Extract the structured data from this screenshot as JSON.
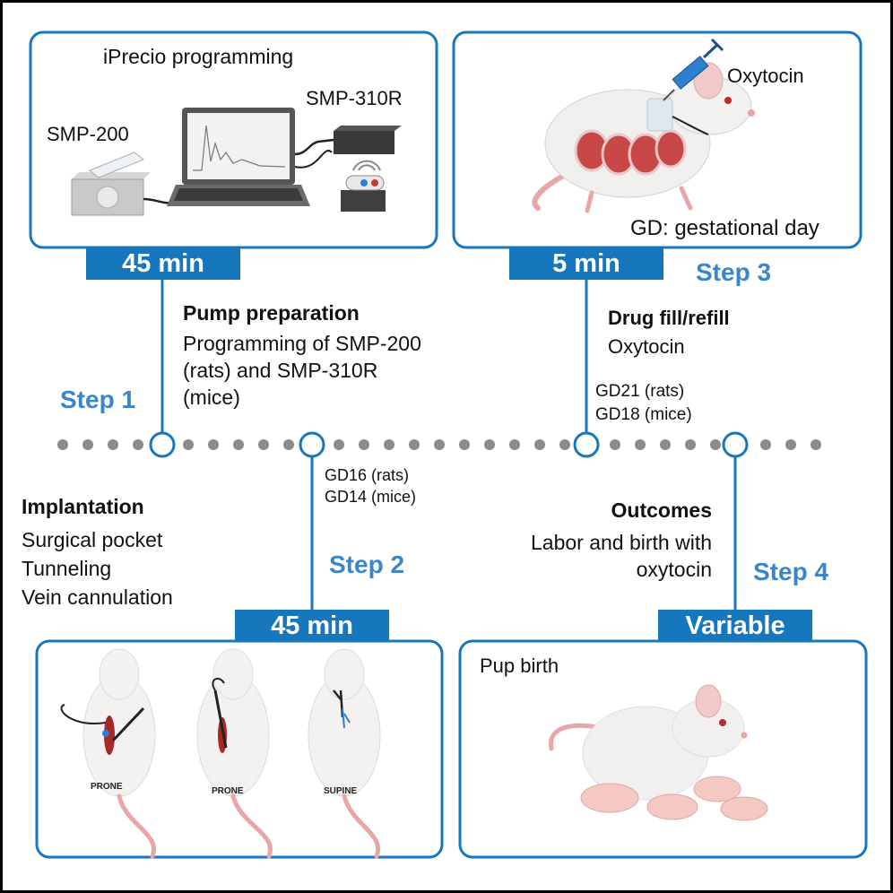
{
  "panels": {
    "programming": {
      "title": "iPrecio programming",
      "device_a": "SMP-200",
      "device_b": "SMP-310R"
    },
    "drug": {
      "drug_label": "Oxytocin",
      "footnote": "GD: gestational day"
    },
    "surgery": {
      "labels": [
        "PRONE",
        "PRONE",
        "SUPINE"
      ]
    },
    "birth": {
      "title": "Pup birth"
    }
  },
  "badges": {
    "step1_time": "45 min",
    "step2_time": "45 min",
    "step3_time": "5 min",
    "step4_time": "Variable"
  },
  "steps": {
    "step1": {
      "label": "Step 1",
      "heading": "Pump preparation",
      "lines": [
        "Programming of SMP-200",
        "(rats) and SMP-310R",
        "(mice)"
      ]
    },
    "step2": {
      "label": "Step 2",
      "timing": [
        "GD16 (rats)",
        "GD14 (mice)"
      ],
      "heading": "Implantation",
      "lines": [
        "Surgical pocket",
        "Tunneling",
        "Vein cannulation"
      ]
    },
    "step3": {
      "label": "Step 3",
      "heading": "Drug fill/refill",
      "lines": [
        "Oxytocin"
      ],
      "timing": [
        "GD21 (rats)",
        "GD18 (mice)"
      ]
    },
    "step4": {
      "label": "Step 4",
      "heading": "Outcomes",
      "lines": [
        "Labor and birth with",
        "oxytocin"
      ]
    }
  },
  "colors": {
    "accent": "#1677bd",
    "step_text": "#3a86c8",
    "timeline_dots": "#8a8a8a",
    "border": "#000000"
  }
}
